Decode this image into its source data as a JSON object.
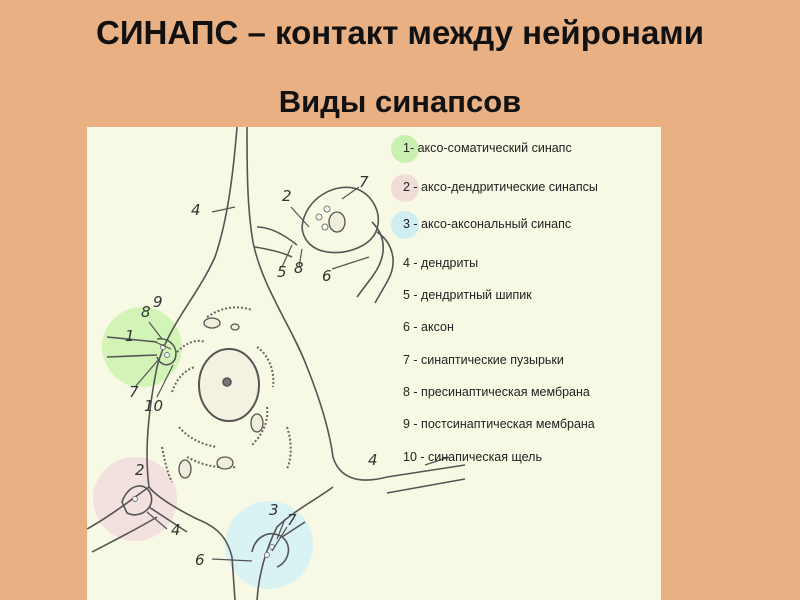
{
  "header": {
    "title": "СИНАПС – контакт между нейронами",
    "subtitle": "Виды синапсов"
  },
  "legend": {
    "items": [
      {
        "text": "1- аксо-соматический синапс",
        "marker_color": "#c9f0b0"
      },
      {
        "text": "2 - аксо-дендритические синапсы",
        "marker_color": "#f1dcd8"
      },
      {
        "text": "3 - аксо-аксональный синапс",
        "marker_color": "#cfeef2"
      },
      {
        "text": "4   - дендриты"
      },
      {
        "text": "5  - дендритный шипик"
      },
      {
        "text": "6  - аксон"
      },
      {
        "text": "7  - синаптические пузырьки"
      },
      {
        "text": "8  - пресинаптическая мембрана"
      },
      {
        "text": "9  - постсинаптическая мембрана"
      },
      {
        "text": "10 - синапическая щель"
      }
    ]
  },
  "diagram_labels": {
    "top_4": "4",
    "top_2": "2",
    "top_7": "7",
    "top_5": "5",
    "top_8": "8",
    "top_6": "6",
    "left_8": "8",
    "left_9": "9",
    "left_1": "1",
    "left_7": "7",
    "left_10": "10",
    "bl_2": "2",
    "bl_4": "4",
    "bot_3": "3",
    "bot_7": "7",
    "bot_6": "6",
    "right_4": "4"
  }
}
